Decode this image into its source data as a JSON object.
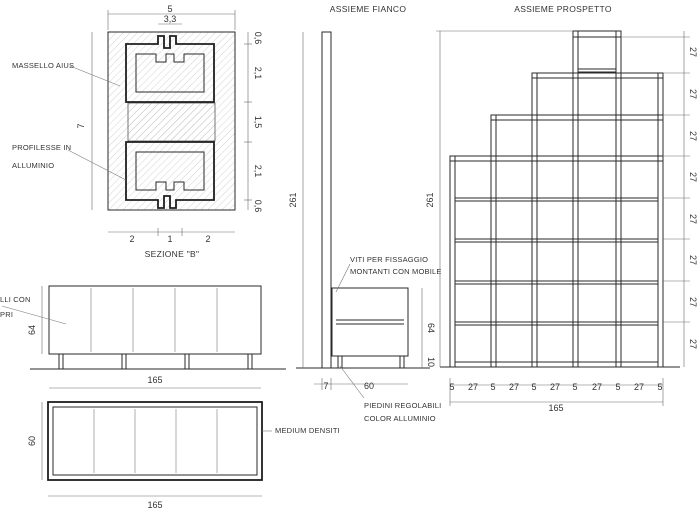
{
  "titles": {
    "section": "SEZIONE \"B\"",
    "side": "ASSIEME FIANCO",
    "front": "ASSIEME PROSPETTO"
  },
  "labels": {
    "massello": "MASSELLO AIUS",
    "profilesse_1": "PROFILESSE IN",
    "profilesse_2": "ALLUMINIO",
    "viti_1": "VITI PER FISSAGGIO",
    "viti_2": "MONTANTI CON MOBILE",
    "piedini_1": "PIEDINI REGOLABILI",
    "piedini_2": "COLOR ALLUMINIO",
    "medium": "MEDIUM DENSITI",
    "left_1": "LLI CON",
    "left_2": "PRI"
  },
  "dims": {
    "sec_width": "5",
    "sec_inner": "3,3",
    "sec_height": "7",
    "sec_right": [
      "0,6",
      "2,1",
      "1,5",
      "2,1",
      "0,6"
    ],
    "sec_bottom": [
      "2",
      "1",
      "2"
    ],
    "side_height": "261",
    "side_foot": "7",
    "side_depth": "60",
    "side_cab_h": "64",
    "side_leg": "10",
    "front_height": "261",
    "front_col": "27",
    "front_gap": "5",
    "front_total": "165",
    "cab_height": "64",
    "cab_width": "165",
    "plan_depth": "60",
    "plan_width": "165"
  }
}
